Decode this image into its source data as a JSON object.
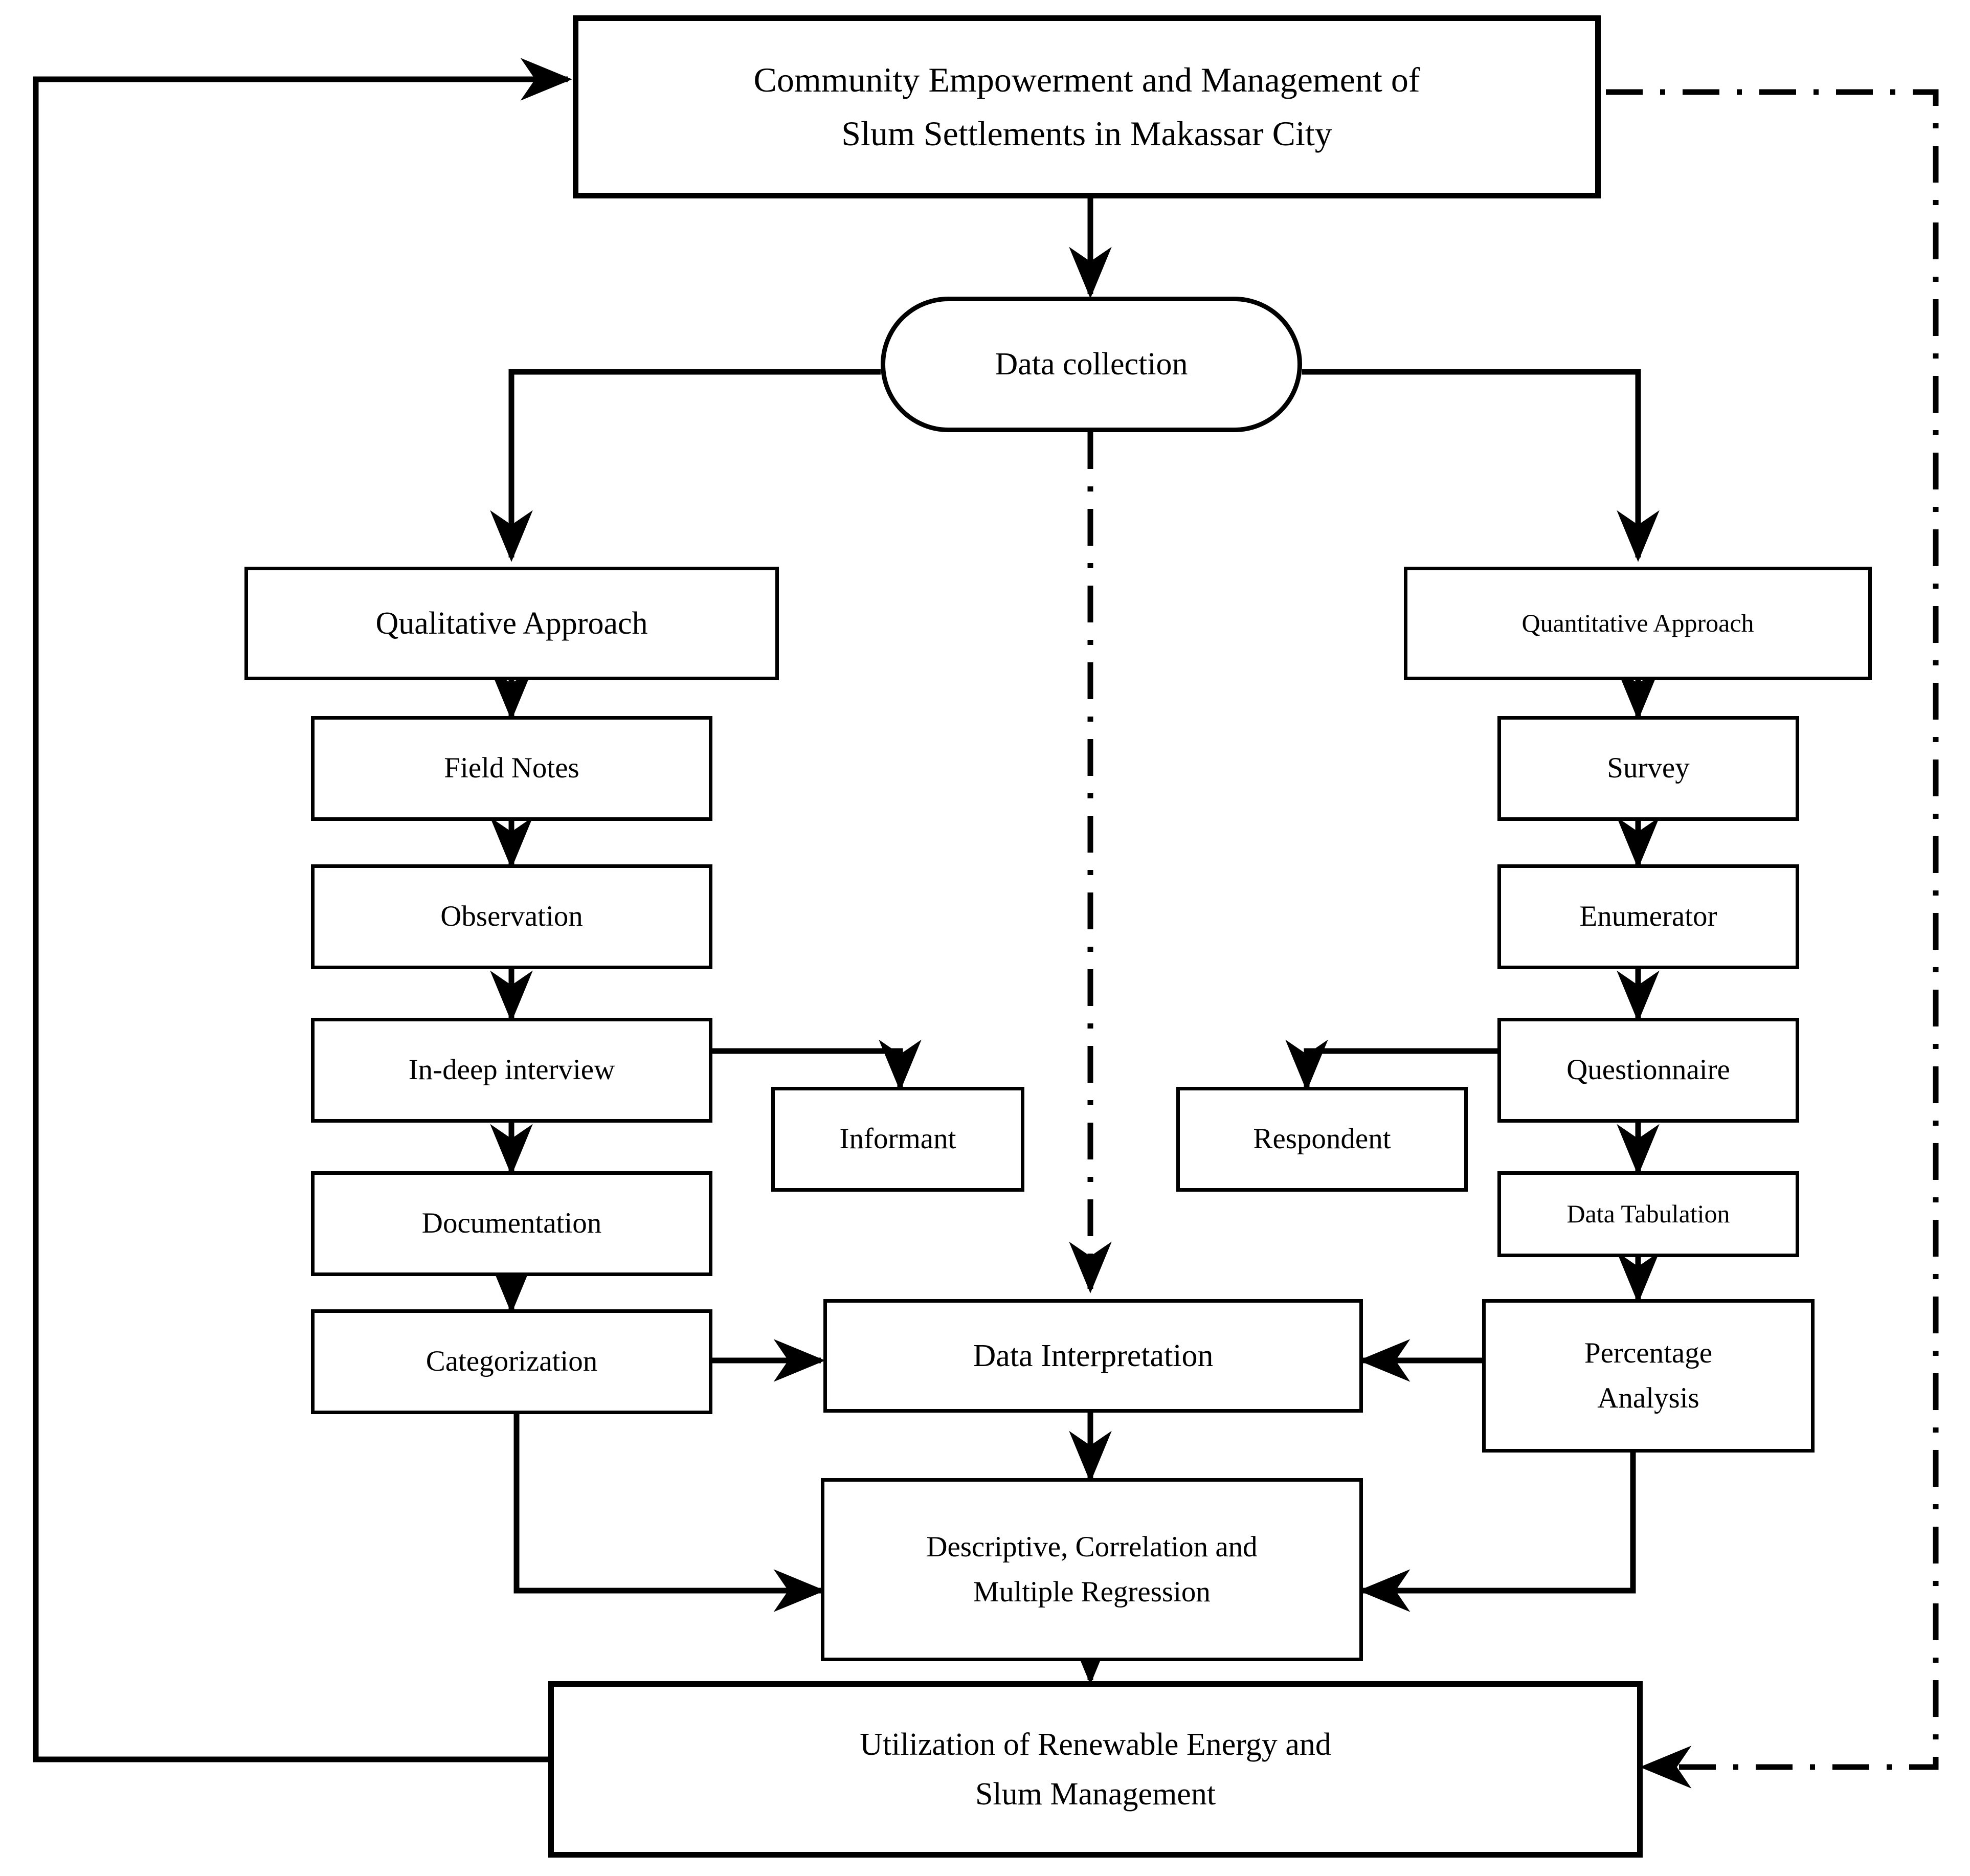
{
  "diagram": {
    "title_node": {
      "name": "community-empowerment-title",
      "line1": "Community Empowerment and Management of",
      "line2": "Slum Settlements in Makassar City",
      "text": "Community Empowerment and Management of Slum Settlements in Makassar City"
    },
    "data_collection": {
      "label": "Data collection"
    },
    "qualitative": {
      "approach": "Qualitative Approach",
      "steps": [
        "Field Notes",
        "Observation",
        "In-deep interview",
        "Documentation",
        "Categorization"
      ],
      "side_node": "Informant"
    },
    "quantitative": {
      "approach": "Quantitative Approach",
      "steps": [
        "Survey",
        "Enumerator",
        "Questionnaire",
        "Data Tabulation"
      ],
      "analysis_line1": "Percentage",
      "analysis_line2": "Analysis",
      "analysis": "Percentage Analysis",
      "side_node": "Respondent"
    },
    "interpretation": {
      "label": "Data Interpretation"
    },
    "statistics": {
      "line1": "Descriptive, Correlation and",
      "line2": "Multiple Regression",
      "text": "Descriptive, Correlation and Multiple Regression"
    },
    "outcome": {
      "line1": "Utilization of Renewable Energy and",
      "line2": "Slum Management",
      "text": "Utilization of Renewable Energy and Slum Management"
    },
    "colors": {
      "stroke": "#000000",
      "fill": "#ffffff"
    },
    "edges": [
      {
        "from": "community-empowerment-title",
        "to": "data-collection",
        "style": "solid"
      },
      {
        "from": "data-collection",
        "to": "qualitative-approach",
        "style": "solid"
      },
      {
        "from": "data-collection",
        "to": "quantitative-approach",
        "style": "solid"
      },
      {
        "from": "data-collection",
        "to": "data-interpretation",
        "style": "dash-dot"
      },
      {
        "from": "qualitative-approach",
        "to": "field-notes",
        "style": "solid"
      },
      {
        "from": "field-notes",
        "to": "observation",
        "style": "solid"
      },
      {
        "from": "observation",
        "to": "in-deep-interview",
        "style": "solid"
      },
      {
        "from": "in-deep-interview",
        "to": "informant",
        "style": "solid"
      },
      {
        "from": "in-deep-interview",
        "to": "documentation",
        "style": "solid"
      },
      {
        "from": "documentation",
        "to": "categorization",
        "style": "solid"
      },
      {
        "from": "categorization",
        "to": "data-interpretation",
        "style": "solid"
      },
      {
        "from": "categorization",
        "to": "descriptive-correlation",
        "style": "solid"
      },
      {
        "from": "quantitative-approach",
        "to": "survey",
        "style": "solid"
      },
      {
        "from": "survey",
        "to": "enumerator",
        "style": "solid"
      },
      {
        "from": "enumerator",
        "to": "questionnaire",
        "style": "solid"
      },
      {
        "from": "questionnaire",
        "to": "respondent",
        "style": "solid"
      },
      {
        "from": "questionnaire",
        "to": "data-tabulation",
        "style": "solid"
      },
      {
        "from": "data-tabulation",
        "to": "percentage-analysis",
        "style": "solid"
      },
      {
        "from": "percentage-analysis",
        "to": "data-interpretation",
        "style": "solid"
      },
      {
        "from": "percentage-analysis",
        "to": "descriptive-correlation",
        "style": "solid"
      },
      {
        "from": "data-interpretation",
        "to": "descriptive-correlation",
        "style": "solid"
      },
      {
        "from": "descriptive-correlation",
        "to": "utilization-outcome",
        "style": "solid"
      },
      {
        "from": "utilization-outcome",
        "to": "community-empowerment-title",
        "style": "solid-feedback-left"
      },
      {
        "from": "community-empowerment-title",
        "to": "utilization-outcome",
        "style": "dash-dot-feedback-right"
      }
    ]
  }
}
